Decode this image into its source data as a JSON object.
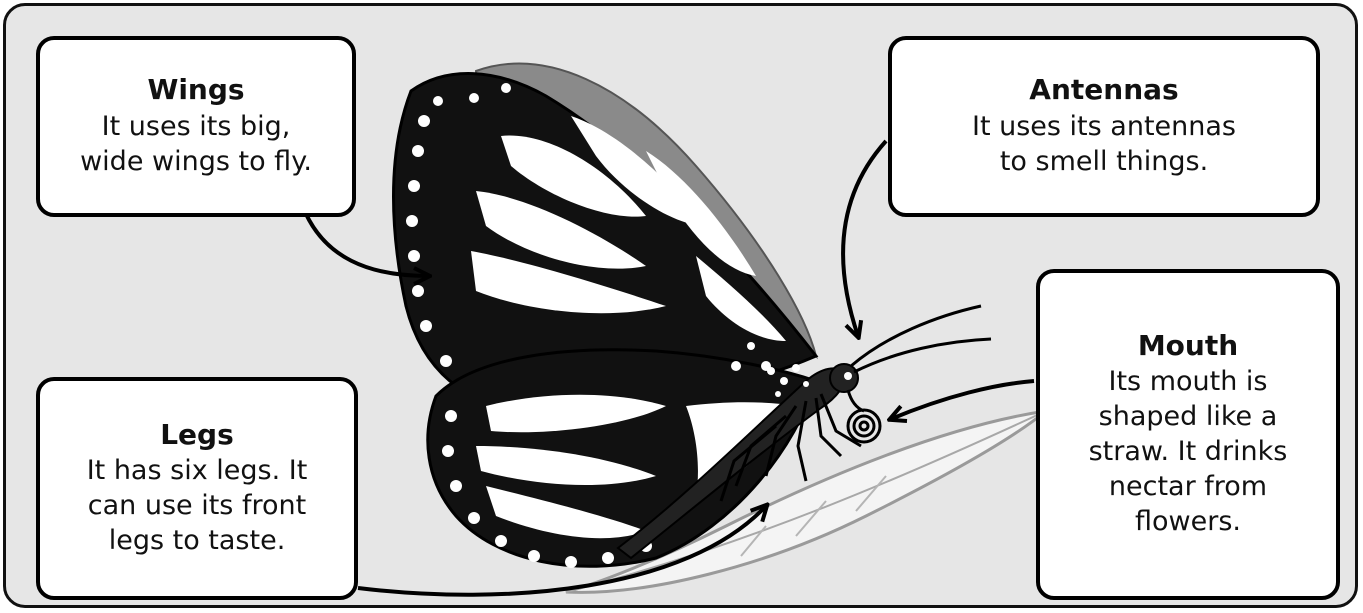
{
  "callouts": {
    "wings": {
      "title": "Wings",
      "text": "It uses its big,\nwide wings to fly."
    },
    "antennas": {
      "title": "Antennas",
      "text": "It uses its antennas\nto smell things."
    },
    "legs": {
      "title": "Legs",
      "text": "It has six legs. It\ncan use its front\nlegs to taste."
    },
    "mouth": {
      "title": "Mouth",
      "text": "Its mouth is\nshaped like a\nstraw. It drinks\nnectar from\nflowers."
    }
  },
  "colors": {
    "background": "#e6e6e6",
    "ink": "#111111",
    "box": "#ffffff"
  },
  "illustration": "monarch-butterfly-on-leaf"
}
